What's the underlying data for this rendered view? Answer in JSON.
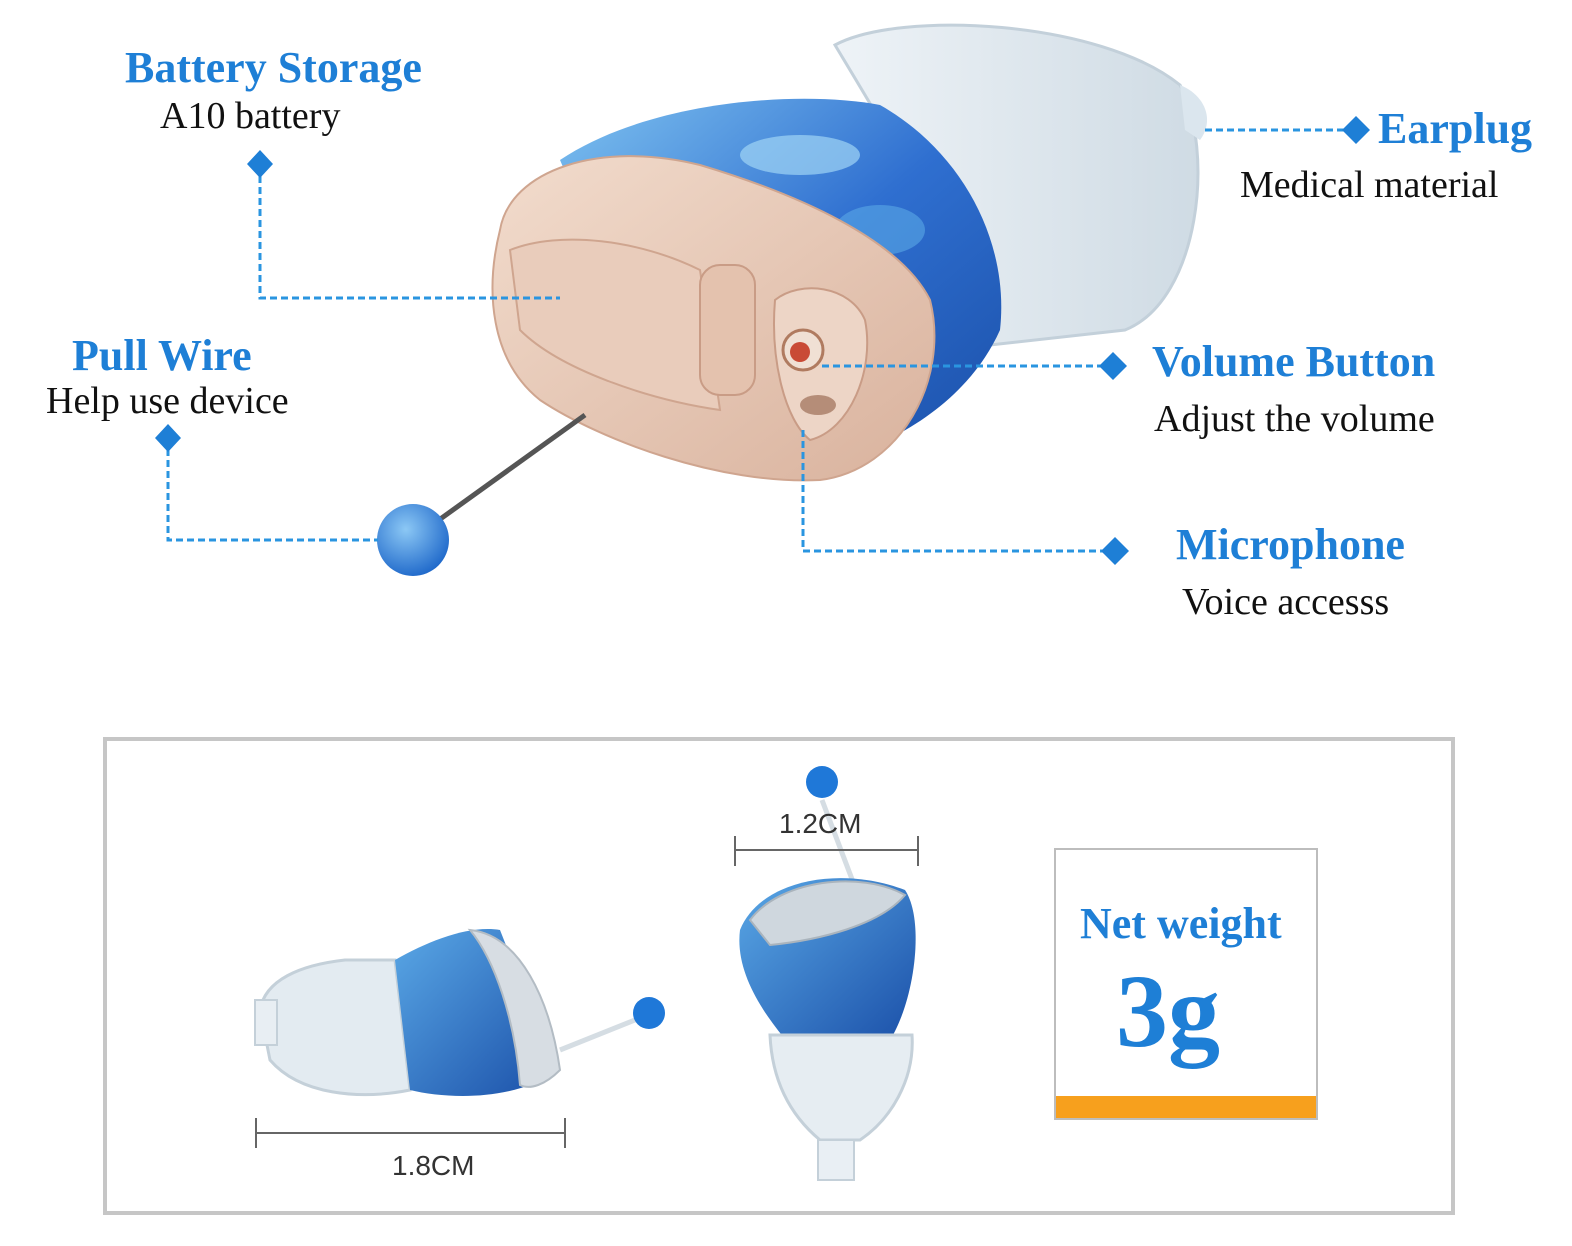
{
  "colors": {
    "accent": "#1e7fd6",
    "shell_blue": "#2f6fd0",
    "skin": "#e8c9b6",
    "earplug": "#dfe8ef",
    "orange": "#f7a01d"
  },
  "callouts": {
    "battery": {
      "title": "Battery Storage",
      "desc": "A10 battery"
    },
    "earplug": {
      "title": "Earplug",
      "desc": "Medical material"
    },
    "pull_wire": {
      "title": "Pull Wire",
      "desc": "Help use device"
    },
    "volume": {
      "title": "Volume Button",
      "desc": "Adjust the volume"
    },
    "microphone": {
      "title": "Microphone",
      "desc": "Voice accesss"
    }
  },
  "dimensions": {
    "length": "1.8CM",
    "width": "1.2CM"
  },
  "weight": {
    "label": "Net weight",
    "value": "3g"
  }
}
